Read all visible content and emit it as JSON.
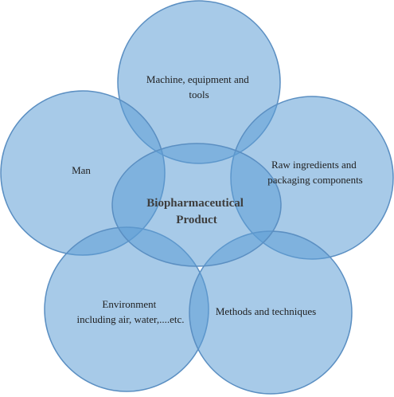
{
  "diagram": {
    "center": {
      "line1": "Biopharmaceutical",
      "line2": "Product"
    },
    "petals": {
      "top": {
        "line1": "Machine, equipment and",
        "line2": "tools"
      },
      "left": {
        "line1": "Man"
      },
      "right": {
        "line1": "Raw ingredients and",
        "line2": "packaging components"
      },
      "bottom_left": {
        "line1": "Environment",
        "line2": "including air, water,....etc."
      },
      "bottom_right": {
        "line1": "Methods and techniques"
      }
    },
    "colors": {
      "circle_fill": "#5f9ed6",
      "circle_stroke": "#5b8fc2"
    }
  }
}
